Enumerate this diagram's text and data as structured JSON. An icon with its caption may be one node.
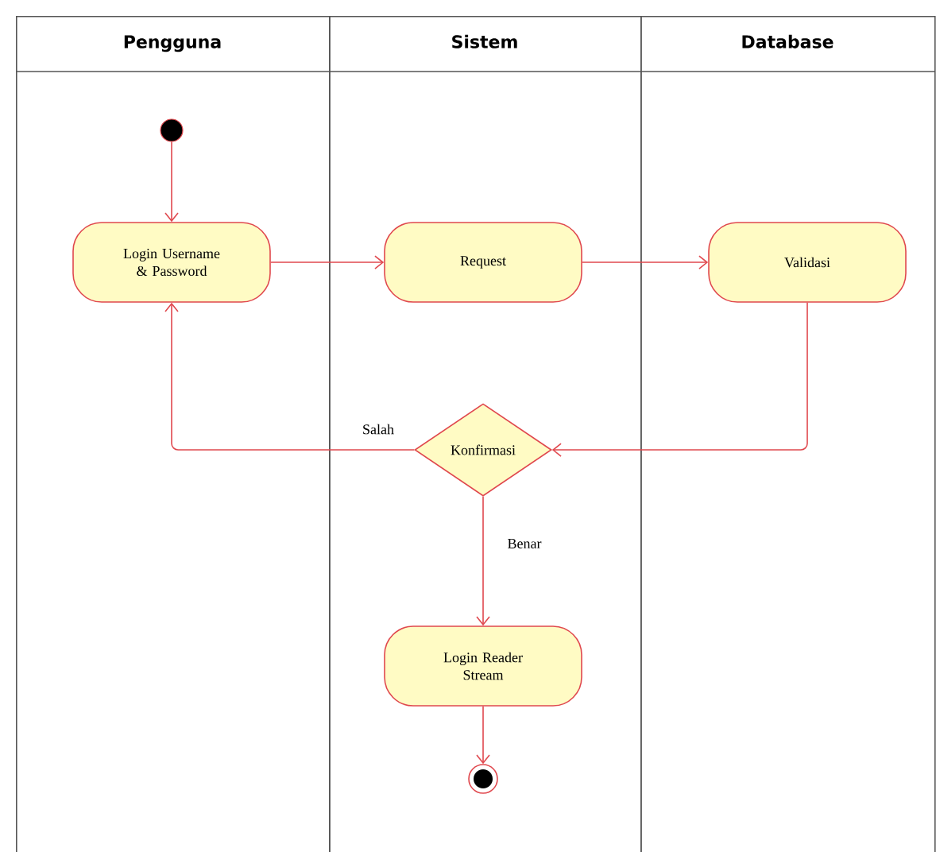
{
  "diagram": {
    "nodes": [
      {
        "text": [
          "Pengguna"
        ]
      },
      {
        "text": [
          "Sistem"
        ]
      },
      {
        "text": [
          "Database"
        ]
      },
      {
        "text": [],
        "shape": "circle",
        "in": 0
      },
      {
        "text": [
          "Login Username & Password"
        ],
        "in": 0
      },
      {
        "text": [
          "Request"
        ],
        "in": 1
      },
      {
        "text": [
          "Validasi"
        ],
        "in": 2
      },
      {
        "text": [
          "Konfirmasi"
        ],
        "in": 1
      },
      {
        "text": [
          "Login Reader Stream"
        ],
        "in": 1
      },
      {
        "text": [],
        "shape": "circle",
        "in": 1
      }
    ],
    "edges": [
      {
        "from": 3,
        "to": 4,
        "arrow": "to"
      },
      {
        "from": 4,
        "to": 5,
        "arrow": "to"
      },
      {
        "from": 5,
        "to": 6,
        "arrow": "to"
      },
      {
        "from": 6,
        "to": 7,
        "arrow": "to"
      },
      {
        "from": 7,
        "to": 4,
        "arrow": "to",
        "label": "Salah"
      },
      {
        "from": 7,
        "to": 8,
        "arrow": "to",
        "label": "Benar"
      },
      {
        "from": 8,
        "to": 9,
        "arrow": "to"
      }
    ]
  }
}
